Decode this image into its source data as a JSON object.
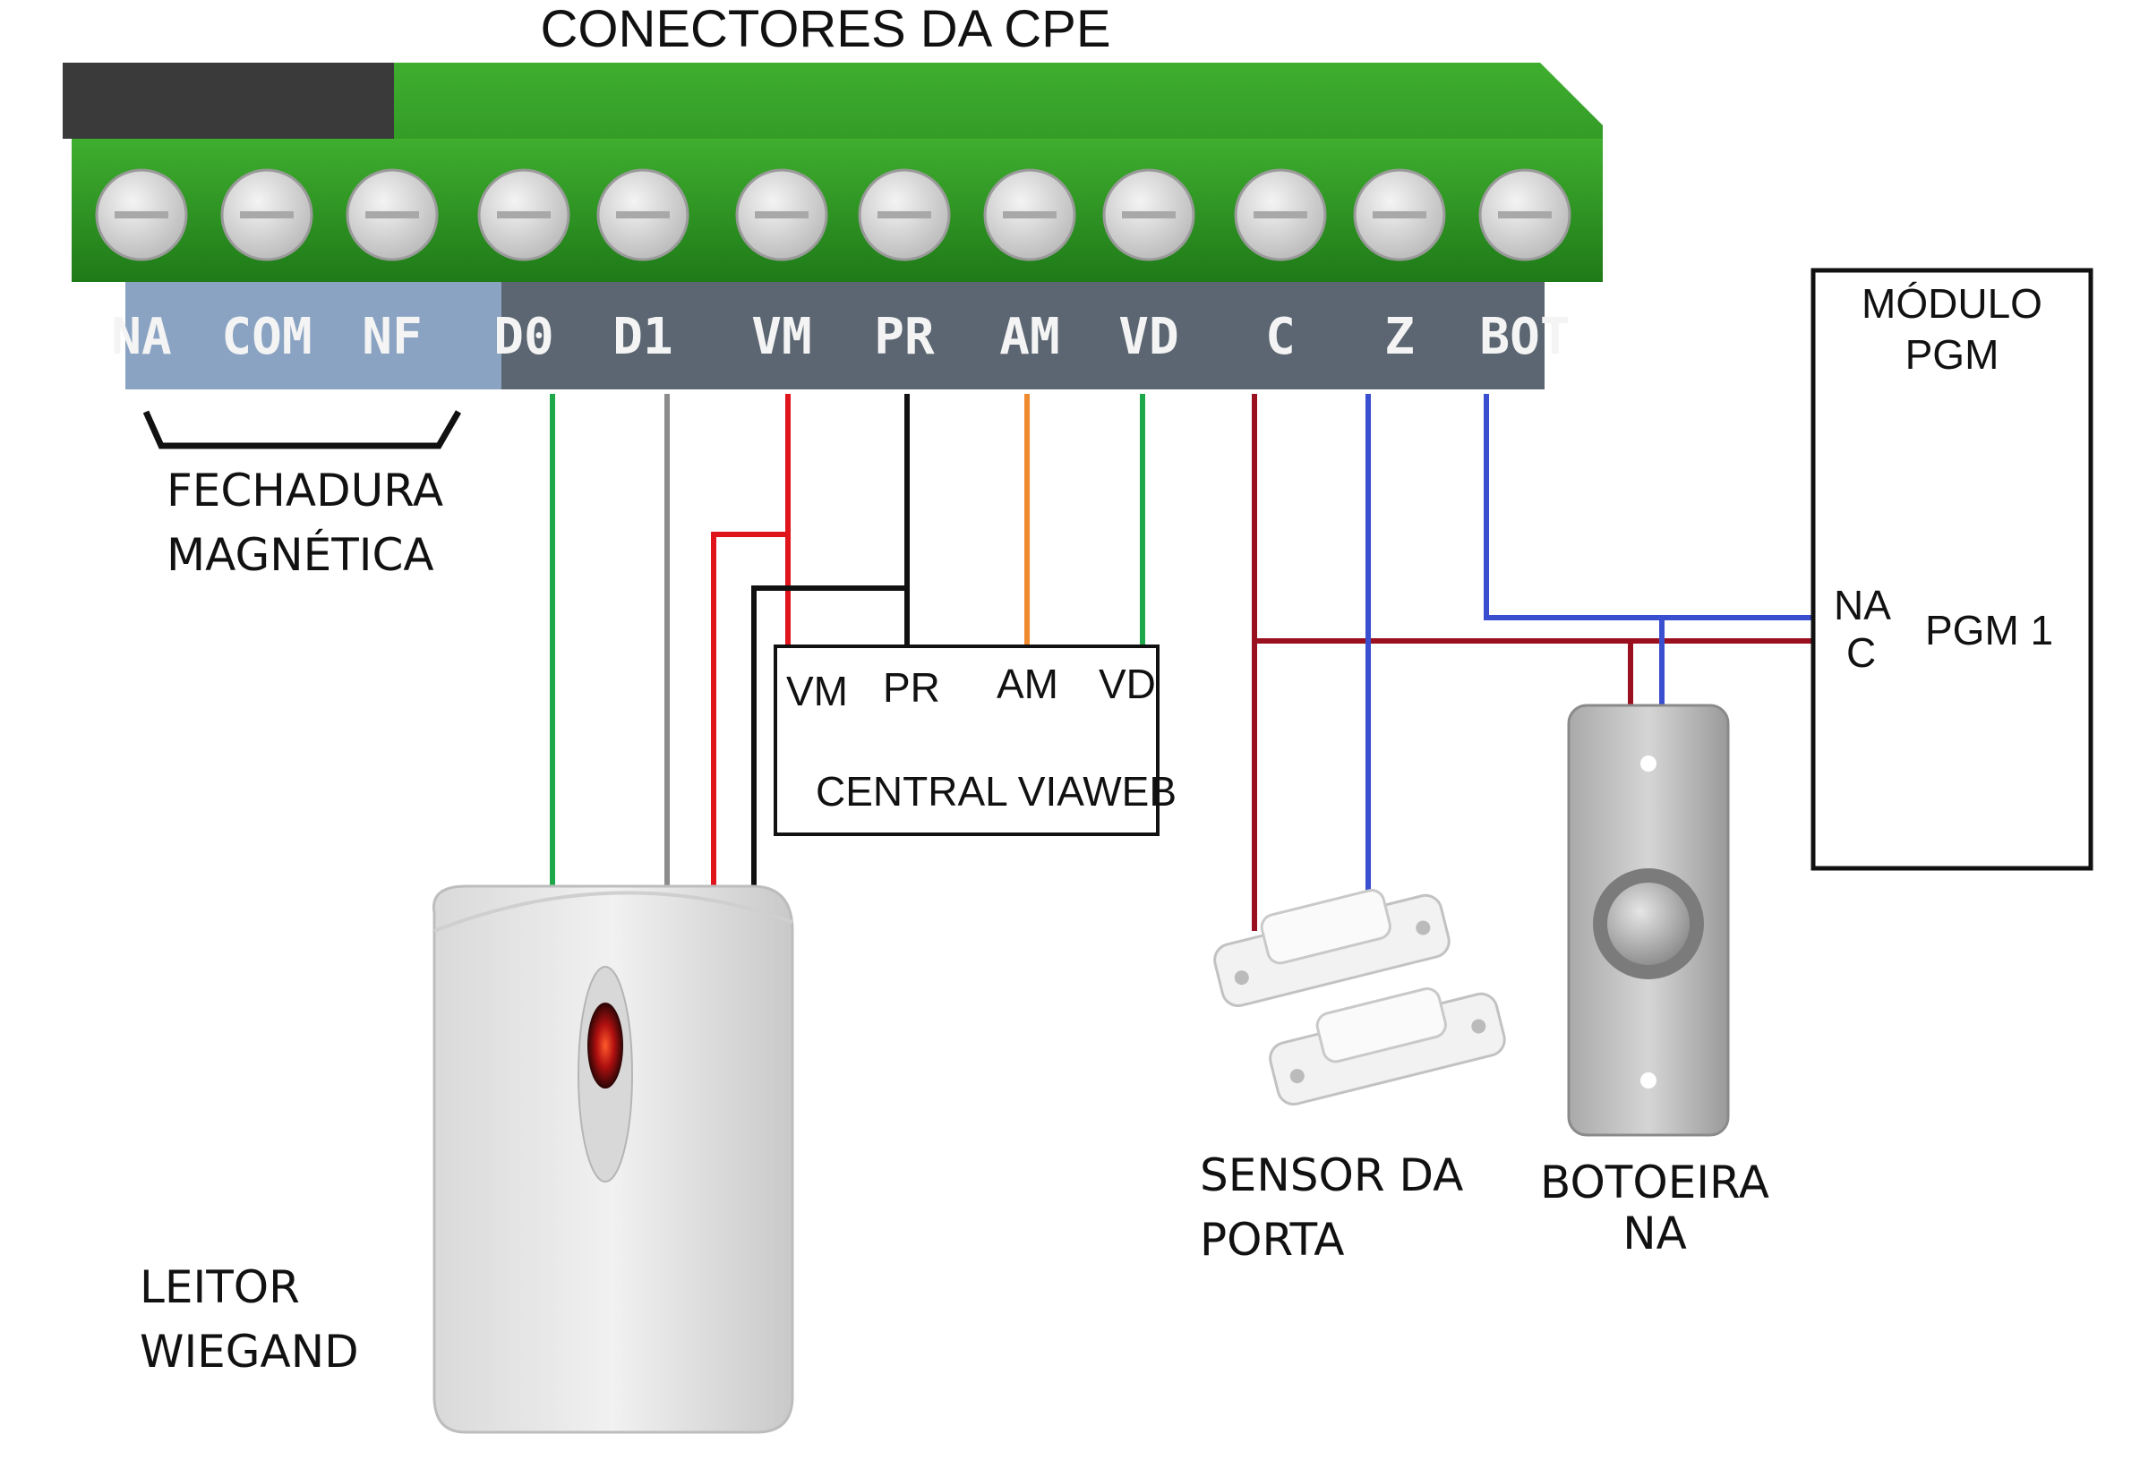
{
  "title": "CONECTORES DA CPE",
  "terminals": [
    "NA",
    "COM",
    "NF",
    "D0",
    "D1",
    "VM",
    "PR",
    "AM",
    "VD",
    "C",
    "Z",
    "BOT"
  ],
  "lock_label": [
    "FECHADURA",
    "MAGNÉTICA"
  ],
  "reader_label": [
    "LEITOR",
    "WIEGAND"
  ],
  "central": {
    "terminals": [
      "VM",
      "PR",
      "AM",
      "VD"
    ],
    "name": "CENTRAL VIAWEB"
  },
  "module": {
    "title": [
      "MÓDULO",
      "PGM"
    ],
    "pins": [
      "NA",
      "C"
    ],
    "output": "PGM 1"
  },
  "sensor_label": [
    "SENSOR DA",
    "PORTA"
  ],
  "button_label": [
    "BOTOEIRA",
    "NA"
  ],
  "colors": {
    "board_green": "#2e8b22",
    "relay_strip": "#8aa3c2",
    "main_strip": "#5b6672",
    "wire_green": "#1fa84a",
    "wire_gray": "#8c8c8c",
    "wire_red": "#e0141b",
    "wire_black": "#111111",
    "wire_orange": "#f08a2e",
    "wire_darkred": "#9a1020",
    "wire_blue": "#3a4fcf"
  }
}
